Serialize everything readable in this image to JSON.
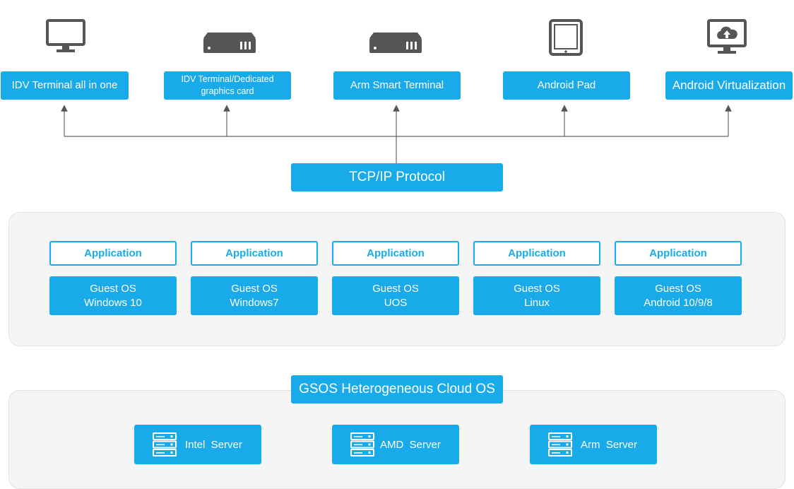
{
  "terminals": [
    {
      "label": "IDV Terminal all in one",
      "icon": "monitor-icon"
    },
    {
      "label_line1": "IDV Terminal/Dedicated",
      "label_line2": "graphics card",
      "icon": "server-box-icon"
    },
    {
      "label": "Arm Smart Terminal",
      "icon": "server-box-icon"
    },
    {
      "label": "Android Pad",
      "icon": "tablet-icon"
    },
    {
      "label": "Android Virtualization",
      "icon": "cloud-monitor-icon"
    }
  ],
  "protocol": {
    "label": "TCP/IP Protocol"
  },
  "guests": [
    {
      "app": "Application",
      "os_line1": "Guest OS",
      "os_line2": "Windows 10"
    },
    {
      "app": "Application",
      "os_line1": "Guest OS",
      "os_line2": "Windows7"
    },
    {
      "app": "Application",
      "os_line1": "Guest OS",
      "os_line2": "UOS"
    },
    {
      "app": "Application",
      "os_line1": "Guest OS",
      "os_line2": "Linux"
    },
    {
      "app": "Application",
      "os_line1": "Guest OS",
      "os_line2": "Android 10/9/8"
    }
  ],
  "cloud_os": {
    "label": "GSOS Heterogeneous Cloud OS"
  },
  "servers": [
    {
      "label": "Intel  Server",
      "icon": "server-rack-icon"
    },
    {
      "label": "AMD  Server",
      "icon": "server-rack-icon"
    },
    {
      "label": "Arm  Server",
      "icon": "server-rack-icon"
    }
  ],
  "colors": {
    "accent": "#19aaea",
    "icon_dark": "#555555",
    "panel_bg": "#f5f5f5"
  }
}
